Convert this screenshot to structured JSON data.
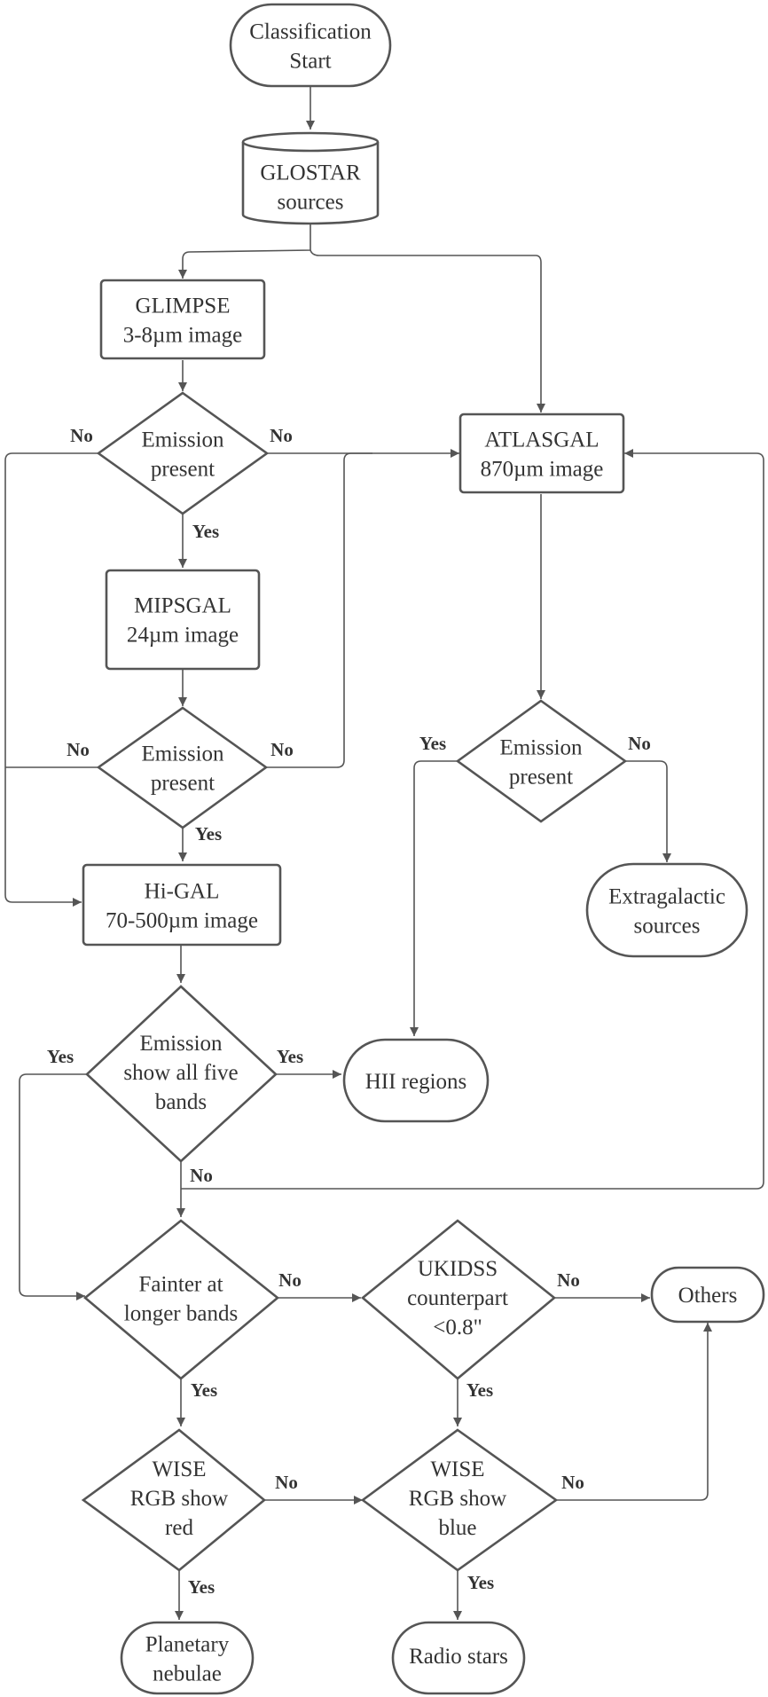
{
  "colors": {
    "stroke": "#555555",
    "text": "#333333",
    "background": "#ffffff"
  },
  "nodes": {
    "start": {
      "lines": [
        "Classification",
        "Start"
      ]
    },
    "glostar": {
      "lines": [
        "GLOSTAR",
        "sources"
      ]
    },
    "glimpse": {
      "lines": [
        "GLIMPSE",
        "3-8µm image"
      ]
    },
    "atlasgal": {
      "lines": [
        "ATLASGAL",
        "870µm image"
      ]
    },
    "dec1": {
      "lines": [
        "Emission",
        "present"
      ]
    },
    "mipsgal": {
      "lines": [
        "MIPSGAL",
        "24µm image"
      ]
    },
    "dec2": {
      "lines": [
        "Emission",
        "present"
      ]
    },
    "dec3": {
      "lines": [
        "Emission",
        "present"
      ]
    },
    "extragalactic": {
      "lines": [
        "Extragalactic",
        "sources"
      ]
    },
    "higal": {
      "lines": [
        "Hi-GAL",
        "70-500µm image"
      ]
    },
    "dec4": {
      "lines": [
        "Emission",
        "show all five",
        "bands"
      ]
    },
    "hii": {
      "lines": [
        "HII regions"
      ]
    },
    "dec5": {
      "lines": [
        "Fainter at",
        "longer bands"
      ]
    },
    "dec6": {
      "lines": [
        "UKIDSS",
        "counterpart",
        "<0.8\""
      ]
    },
    "others": {
      "lines": [
        "Others"
      ]
    },
    "dec7": {
      "lines": [
        "WISE",
        "RGB show",
        "red"
      ]
    },
    "dec8": {
      "lines": [
        "WISE",
        "RGB show",
        "blue"
      ]
    },
    "pn": {
      "lines": [
        "Planetary",
        "nebulae"
      ]
    },
    "radio": {
      "lines": [
        "Radio stars"
      ]
    }
  },
  "edge_labels": {
    "d1_left": "No",
    "d1_right": "No",
    "d1_down": "Yes",
    "d2_left": "No",
    "d2_right": "No",
    "d2_down": "Yes",
    "d3_left": "Yes",
    "d3_right": "No",
    "d4_left": "Yes",
    "d4_right": "Yes",
    "d4_down": "No",
    "d5_right": "No",
    "d5_down": "Yes",
    "d6_right": "No",
    "d6_down": "Yes",
    "d7_right": "No",
    "d7_down": "Yes",
    "d8_right": "No",
    "d8_down": "Yes"
  }
}
